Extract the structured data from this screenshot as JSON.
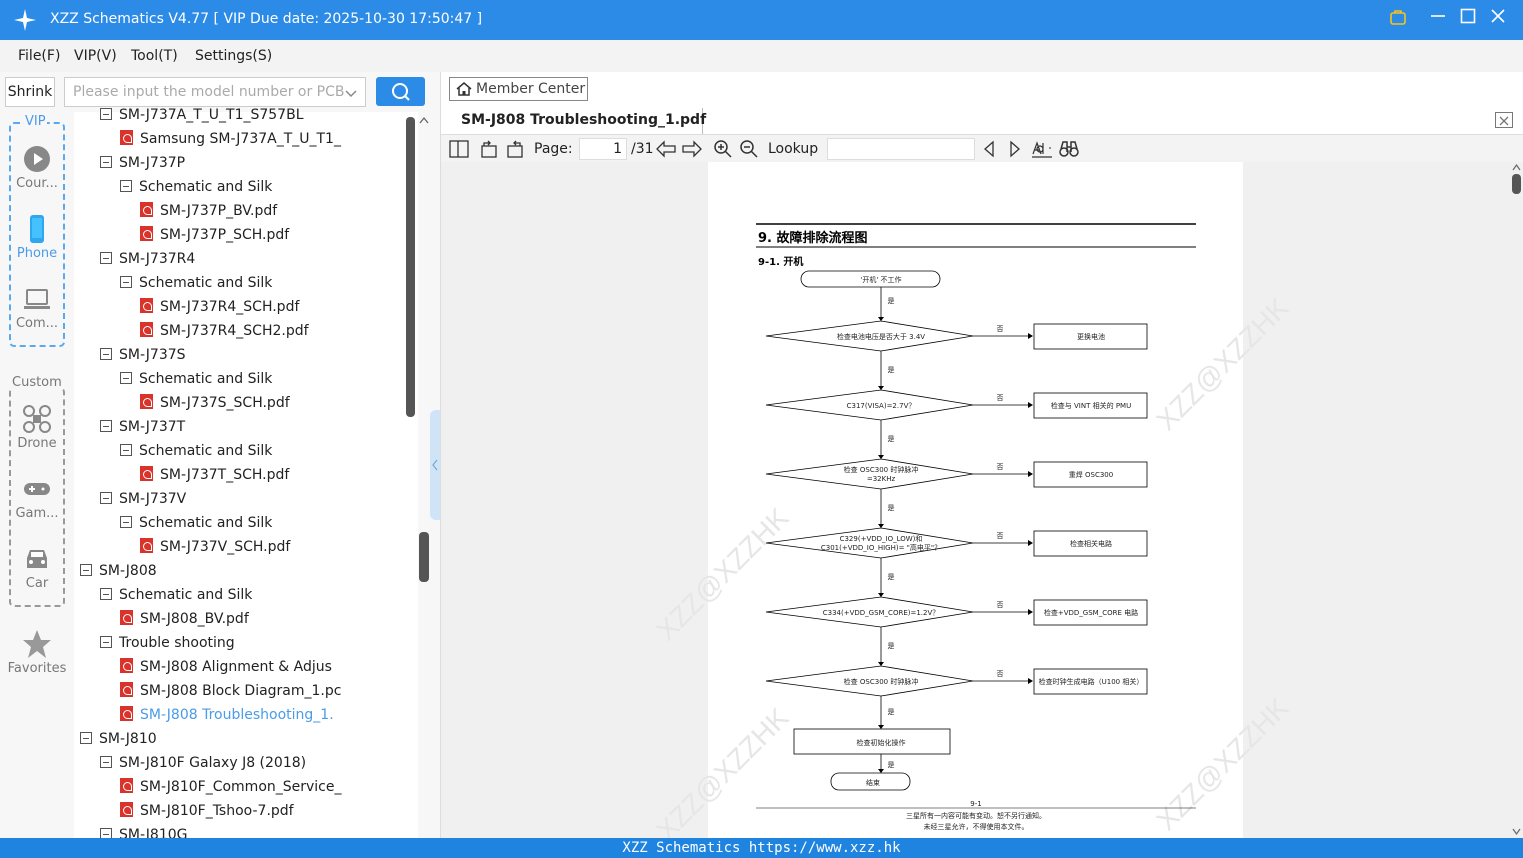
{
  "titlebar": {
    "title": "XZZ Schematics V4.77 [ VIP Due date: 2025-10-30 17:50:47 ]"
  },
  "menu": {
    "file": "File(F)",
    "vip": "VIP(V)",
    "tool": "Tool(T)",
    "settings": "Settings(S)"
  },
  "search": {
    "shrink": "Shrink",
    "placeholder": "Please input the model number or PCB"
  },
  "categories": {
    "vip_label": "VIP",
    "courses": "Cour...",
    "phone": "Phone",
    "computer": "Com...",
    "custom_label": "Custom",
    "drone": "Drone",
    "game": "Gam...",
    "car": "Car",
    "favorites": "Favorites"
  },
  "tree": [
    {
      "label": "SM-J737A_T_U_T1_S757BL",
      "kind": "folder",
      "level": 1
    },
    {
      "label": "Samsung SM-J737A_T_U_T1_",
      "kind": "pdf",
      "level": 2
    },
    {
      "label": "SM-J737P",
      "kind": "folder",
      "level": 1
    },
    {
      "label": "Schematic and Silk",
      "kind": "folder",
      "level": 2
    },
    {
      "label": "SM-J737P_BV.pdf",
      "kind": "pdf",
      "level": 3
    },
    {
      "label": "SM-J737P_SCH.pdf",
      "kind": "pdf",
      "level": 3
    },
    {
      "label": "SM-J737R4",
      "kind": "folder",
      "level": 1
    },
    {
      "label": "Schematic and Silk",
      "kind": "folder",
      "level": 2
    },
    {
      "label": "SM-J737R4_SCH.pdf",
      "kind": "pdf",
      "level": 3
    },
    {
      "label": "SM-J737R4_SCH2.pdf",
      "kind": "pdf",
      "level": 3
    },
    {
      "label": "SM-J737S",
      "kind": "folder",
      "level": 1
    },
    {
      "label": "Schematic and Silk",
      "kind": "folder",
      "level": 2
    },
    {
      "label": "SM-J737S_SCH.pdf",
      "kind": "pdf",
      "level": 3
    },
    {
      "label": "SM-J737T",
      "kind": "folder",
      "level": 1
    },
    {
      "label": "Schematic and Silk",
      "kind": "folder",
      "level": 2
    },
    {
      "label": "SM-J737T_SCH.pdf",
      "kind": "pdf",
      "level": 3
    },
    {
      "label": "SM-J737V",
      "kind": "folder",
      "level": 1
    },
    {
      "label": "Schematic and Silk",
      "kind": "folder",
      "level": 2
    },
    {
      "label": "SM-J737V_SCH.pdf",
      "kind": "pdf",
      "level": 3
    },
    {
      "label": "SM-J808",
      "kind": "folder",
      "level": 0
    },
    {
      "label": "Schematic and Silk",
      "kind": "folder",
      "level": 1
    },
    {
      "label": "SM-J808_BV.pdf",
      "kind": "pdf",
      "level": 2
    },
    {
      "label": "Trouble shooting",
      "kind": "folder",
      "level": 1
    },
    {
      "label": "SM-J808 Alignment & Adjus",
      "kind": "pdf",
      "level": 2
    },
    {
      "label": "SM-J808 Block Diagram_1.pc",
      "kind": "pdf",
      "level": 2
    },
    {
      "label": "SM-J808 Troubleshooting_1.",
      "kind": "pdf",
      "level": 2,
      "selected": true
    },
    {
      "label": "SM-J810",
      "kind": "folder",
      "level": 0
    },
    {
      "label": "SM-J810F Galaxy J8 (2018)",
      "kind": "folder",
      "level": 1
    },
    {
      "label": "SM-J810F_Common_Service_",
      "kind": "pdf",
      "level": 2
    },
    {
      "label": "SM-J810F_Tshoo-7.pdf",
      "kind": "pdf",
      "level": 2
    },
    {
      "label": "SM-J810G",
      "kind": "folder",
      "level": 1
    }
  ],
  "viewer": {
    "member_center": "Member Center",
    "tab_title": "SM-J808 Troubleshooting_1.pdf",
    "page_label": "Page:",
    "page_current": "1",
    "page_total": "/31",
    "lookup_label": "Lookup"
  },
  "pdf": {
    "section": "9. 故障排除流程图",
    "subsection": "9-1. 开机",
    "start": "'开机' 不工作",
    "yes": "是",
    "no": "否",
    "decisions": [
      {
        "q": "检查电池电压是否大于 3.4V",
        "action": "更换电池"
      },
      {
        "q": "C317(VISA)=2.7V？",
        "action": "检查与 VINT 相关的 PMU"
      },
      {
        "q": "检查 OSC300 时钟脉冲",
        "q2": "=32KHz",
        "action": "重焊 OSC300"
      },
      {
        "q": "C329(+VDD_IO_LOW)和",
        "q2": "C301(+VDD_IO_HIGH)= \"高电平\"？",
        "action": "检查相关电路"
      },
      {
        "q": "C334(+VDD_GSM_CORE)=1.2V？",
        "action": "检查+VDD_GSM_CORE 电路"
      },
      {
        "q": "检查 OSC300 时钟脉冲",
        "action": "检查时钟生成电路（U100 相关）"
      }
    ],
    "final_step": "检查初始化操作",
    "end": "结束",
    "page_no": "9-1",
    "footer1": "三星所有一内容可能有变动。恕不另行通知。",
    "footer2": "未经三星允许，不得使用本文件。",
    "watermark": "XZZ@XZZHK"
  },
  "status": {
    "text": "XZZ Schematics https://www.xzz.hk"
  },
  "colors": {
    "accent": "#2b8be6",
    "selected": "#4a9be8",
    "pdf_icon": "#d9332b"
  }
}
